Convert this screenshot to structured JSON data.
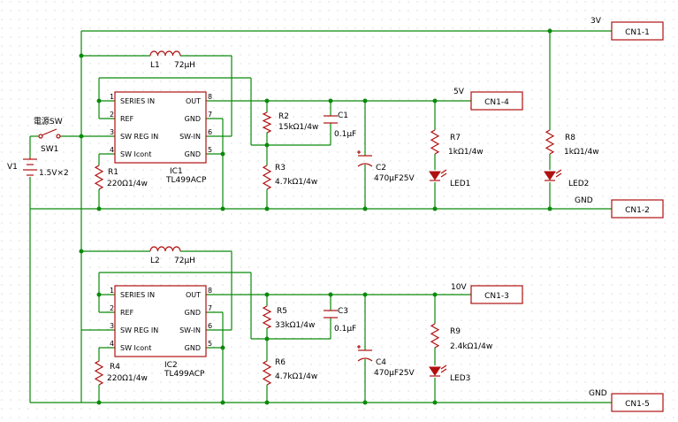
{
  "grid": {
    "dot_color": "#c8c8c8",
    "wire_color": "#0a8a0a",
    "part_color": "#b01010"
  },
  "rails": {
    "v3": "3V",
    "v5": "5V",
    "v10": "10V",
    "gnd1": "GND",
    "gnd2": "GND"
  },
  "connectors": {
    "cn1_1": "CN1-1",
    "cn1_4": "CN1-4",
    "cn1_2": "CN1-2",
    "cn1_3": "CN1-3",
    "cn1_5": "CN1-5"
  },
  "battery": {
    "ref": "V1",
    "value": "1.5V×2"
  },
  "switch": {
    "title": "電源SW",
    "ref": "SW1"
  },
  "ic1": {
    "ref": "IC1",
    "part": "TL499ACP",
    "pins": {
      "p1": "SERIES IN",
      "p2": "REF",
      "p3": "SW REG IN",
      "p4": "SW Icont",
      "p8": "OUT",
      "p7": "GND",
      "p6": "SW-IN",
      "p5": "GND",
      "n1": "1",
      "n2": "2",
      "n3": "3",
      "n4": "4",
      "n5": "5",
      "n6": "6",
      "n7": "7",
      "n8": "8"
    }
  },
  "ic2": {
    "ref": "IC2",
    "part": "TL499ACP",
    "pins": {
      "p1": "SERIES IN",
      "p2": "REF",
      "p3": "SW REG IN",
      "p4": "SW Icont",
      "p8": "OUT",
      "p7": "GND",
      "p6": "SW-IN",
      "p5": "GND",
      "n1": "1",
      "n2": "2",
      "n3": "3",
      "n4": "4",
      "n5": "5",
      "n6": "6",
      "n7": "7",
      "n8": "8"
    }
  },
  "parts": {
    "L1": {
      "ref": "L1",
      "value": "72μH"
    },
    "L2": {
      "ref": "L2",
      "value": "72μH"
    },
    "R1": {
      "ref": "R1",
      "value": "220Ω1/4w"
    },
    "R2": {
      "ref": "R2",
      "value": "15kΩ1/4w"
    },
    "R3": {
      "ref": "R3",
      "value": "4.7kΩ1/4w"
    },
    "R4": {
      "ref": "R4",
      "value": "220Ω1/4w"
    },
    "R5": {
      "ref": "R5",
      "value": "33kΩ1/4w"
    },
    "R6": {
      "ref": "R6",
      "value": "4.7kΩ1/4w"
    },
    "R7": {
      "ref": "R7",
      "value": "1kΩ1/4w"
    },
    "R8": {
      "ref": "R8",
      "value": "1kΩ1/4w"
    },
    "R9": {
      "ref": "R9",
      "value": "2.4kΩ1/4w"
    },
    "C1": {
      "ref": "C1",
      "value": "0.1μF"
    },
    "C2": {
      "ref": "C2",
      "value": "470μF25V"
    },
    "C3": {
      "ref": "C3",
      "value": "0.1μF"
    },
    "C4": {
      "ref": "C4",
      "value": "470μF25V"
    },
    "LED1": {
      "ref": "LED1"
    },
    "LED2": {
      "ref": "LED2"
    },
    "LED3": {
      "ref": "LED3"
    }
  }
}
